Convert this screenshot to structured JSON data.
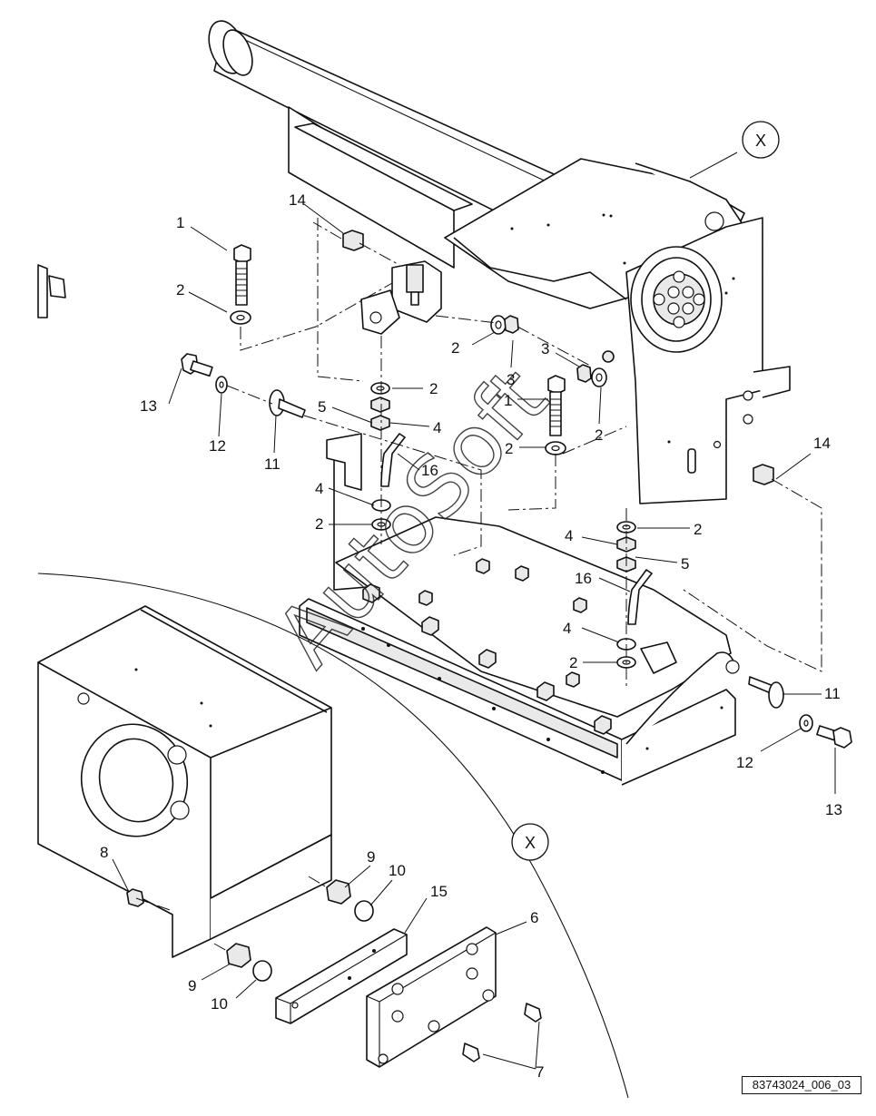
{
  "drawing": {
    "id": "83743024_006_03",
    "watermark": "AutoSoft",
    "detail_marker": "X"
  },
  "callouts": {
    "c1a": "1",
    "c1b": "1",
    "c2a": "2",
    "c2b": "2",
    "c2c": "2",
    "c2d": "2",
    "c2e": "2",
    "c2f": "2",
    "c2g": "2",
    "c2h": "2",
    "c3a": "3",
    "c3b": "3",
    "c4a": "4",
    "c4b": "4",
    "c4c": "4",
    "c4d": "4",
    "c5a": "5",
    "c5b": "5",
    "c6": "6",
    "c7": "7",
    "c8": "8",
    "c9a": "9",
    "c9b": "9",
    "c10a": "10",
    "c10b": "10",
    "c11a": "11",
    "c11b": "11",
    "c12a": "12",
    "c12b": "12",
    "c13a": "13",
    "c13b": "13",
    "c14a": "14",
    "c14b": "14",
    "c15": "15",
    "c16a": "16",
    "c16b": "16"
  }
}
